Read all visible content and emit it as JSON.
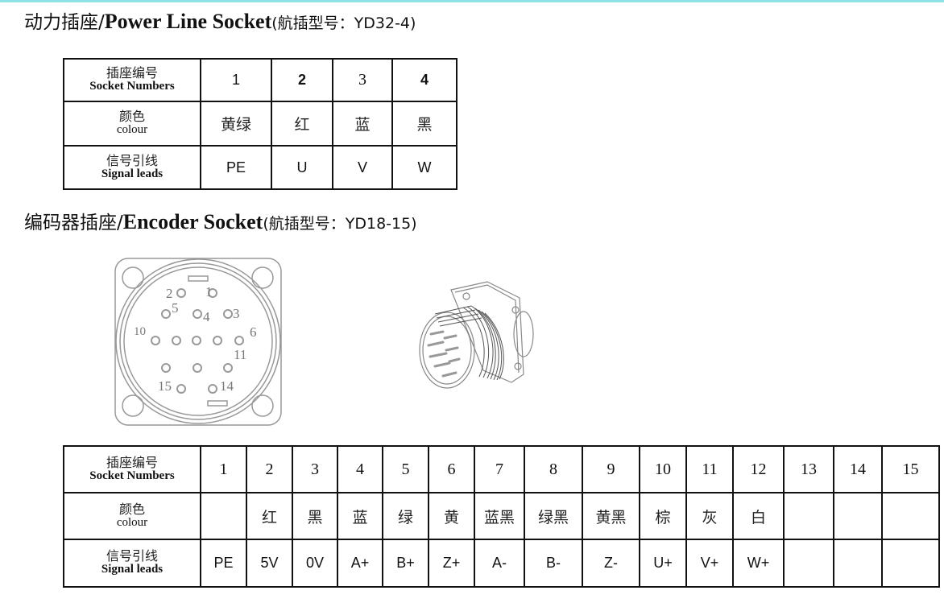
{
  "power": {
    "title_cn": "动力插座/",
    "title_en": "Power Line Socket",
    "title_model": "(航插型号：YD32-4)",
    "row_labels": {
      "numbers_cn": "插座编号",
      "numbers_en": "Socket Numbers",
      "colour_cn": "颜色",
      "colour_en": "colour",
      "signal_cn": "信号引线",
      "signal_en": "Signal leads"
    },
    "numbers": [
      "1",
      "2",
      "3",
      "4"
    ],
    "colours": [
      "黄绿",
      "红",
      "蓝",
      "黑"
    ],
    "signals": [
      "PE",
      "U",
      "V",
      "W"
    ]
  },
  "encoder": {
    "title_cn": "编码器插座/",
    "title_en": "Encoder Socket",
    "title_model": "(航插型号：YD18-15)",
    "pin_labels": [
      "1",
      "2",
      "3",
      "4",
      "5",
      "6",
      "10",
      "11",
      "14",
      "15"
    ],
    "row_labels": {
      "numbers_cn": "插座编号",
      "numbers_en": "Socket Numbers",
      "colour_cn": "颜色",
      "colour_en": "colour",
      "signal_cn": "信号引线",
      "signal_en": "Signal leads"
    },
    "numbers": [
      "1",
      "2",
      "3",
      "4",
      "5",
      "6",
      "7",
      "8",
      "9",
      "10",
      "11",
      "12",
      "13",
      "14",
      "15"
    ],
    "colours": [
      "",
      "红",
      "黑",
      "蓝",
      "绿",
      "黄",
      "蓝黑",
      "绿黑",
      "黄黑",
      "棕",
      "灰",
      "白",
      "",
      "",
      ""
    ],
    "signals": [
      "PE",
      "5V",
      "0V",
      "A+",
      "B+",
      "Z+",
      "A-",
      "B-",
      "Z-",
      "U+",
      "V+",
      "W+",
      "",
      "",
      ""
    ]
  }
}
